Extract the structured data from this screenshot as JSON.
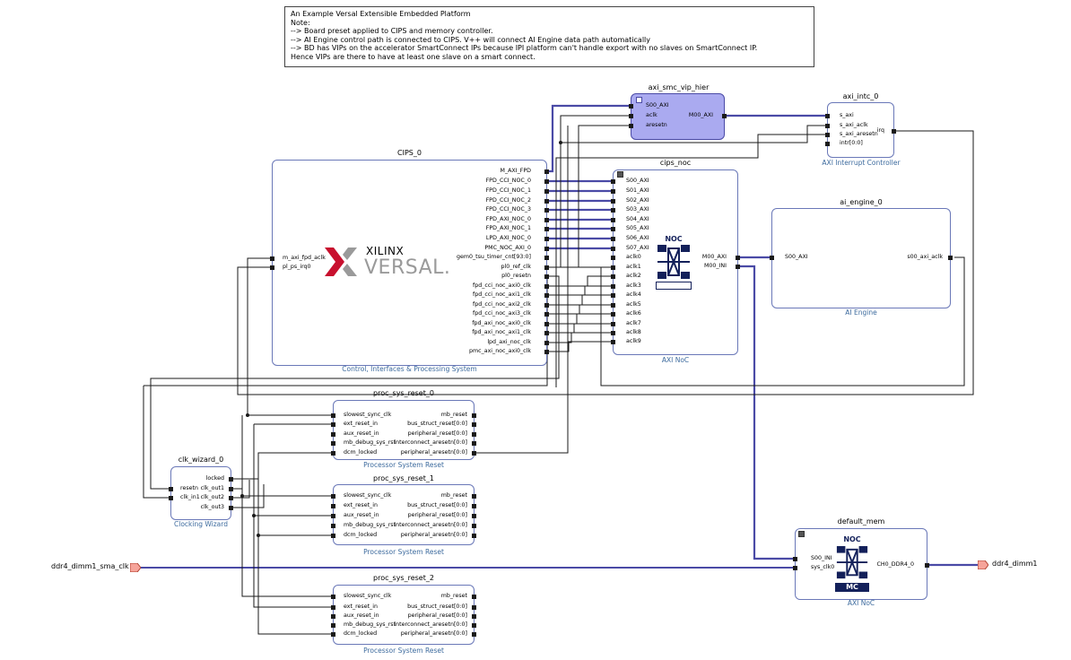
{
  "note": {
    "lines": [
      "An Example Versal Extensible Embedded Platform",
      "Note:",
      "--> Board preset applied to CIPS and memory controller.",
      "--> AI Engine control path is connected to CIPS. V++ will connect AI Engine data path automatically",
      "--> BD has VIPs on the accelerator SmartConnect IPs because IPI platform can't handle export with no slaves on SmartConnect IP.",
      "Hence VIPs are there to have at least one slave on a smart connect."
    ]
  },
  "blocks": {
    "cips": {
      "name": "CIPS_0",
      "subtitle": "Control, Interfaces & Processing System",
      "logo_brand": "XILINX",
      "logo_product": "VERSAL.",
      "inputs": [
        "m_axi_fpd_aclk",
        "pl_ps_irq0"
      ],
      "outputs": [
        "M_AXI_FPD",
        "FPD_CCI_NOC_0",
        "FPD_CCI_NOC_1",
        "FPD_CCI_NOC_2",
        "FPD_CCI_NOC_3",
        "FPD_AXI_NOC_0",
        "FPD_AXI_NOC_1",
        "LPD_AXI_NOC_0",
        "PMC_NOC_AXI_0",
        "gem0_tsu_timer_cnt[93:0]",
        "pl0_ref_clk",
        "pl0_resetn",
        "fpd_cci_noc_axi0_clk",
        "fpd_cci_noc_axi1_clk",
        "fpd_cci_noc_axi2_clk",
        "fpd_cci_noc_axi3_clk",
        "fpd_axi_noc_axi0_clk",
        "fpd_axi_noc_axi1_clk",
        "lpd_axi_noc_clk",
        "pmc_axi_noc_axi0_clk"
      ]
    },
    "vip_hier": {
      "name": "axi_smc_vip_hier",
      "inputs": [
        "S00_AXI",
        "aclk",
        "aresetn"
      ],
      "outputs": [
        "M00_AXI"
      ]
    },
    "intc": {
      "name": "axi_intc_0",
      "subtitle": "AXI Interrupt Controller",
      "inputs": [
        "s_axi",
        "s_axi_aclk",
        "s_axi_aresetn",
        "intr[0:0]"
      ],
      "outputs": [
        "irq"
      ]
    },
    "noc": {
      "name": "cips_noc",
      "subtitle": "AXI NoC",
      "icon_label": "NOC",
      "inputs": [
        "S00_AXI",
        "S01_AXI",
        "S02_AXI",
        "S03_AXI",
        "S04_AXI",
        "S05_AXI",
        "S06_AXI",
        "S07_AXI",
        "aclk0",
        "aclk1",
        "aclk2",
        "aclk3",
        "aclk4",
        "aclk5",
        "aclk6",
        "aclk7",
        "aclk8",
        "aclk9"
      ],
      "outputs": [
        "M00_AXI",
        "M00_INI"
      ]
    },
    "aie": {
      "name": "ai_engine_0",
      "subtitle": "AI Engine",
      "inputs": [
        "S00_AXI"
      ],
      "outputs": [
        "s00_axi_aclk"
      ]
    },
    "rst0": {
      "name": "proc_sys_reset_0",
      "subtitle": "Processor System Reset",
      "inputs": [
        "slowest_sync_clk",
        "ext_reset_in",
        "aux_reset_in",
        "mb_debug_sys_rst",
        "dcm_locked"
      ],
      "outputs": [
        "mb_reset",
        "bus_struct_reset[0:0]",
        "peripheral_reset[0:0]",
        "interconnect_aresetn[0:0]",
        "peripheral_aresetn[0:0]"
      ]
    },
    "rst1": {
      "name": "proc_sys_reset_1",
      "subtitle": "Processor System Reset",
      "inputs": [
        "slowest_sync_clk",
        "ext_reset_in",
        "aux_reset_in",
        "mb_debug_sys_rst",
        "dcm_locked"
      ],
      "outputs": [
        "mb_reset",
        "bus_struct_reset[0:0]",
        "peripheral_reset[0:0]",
        "interconnect_aresetn[0:0]",
        "peripheral_aresetn[0:0]"
      ]
    },
    "rst2": {
      "name": "proc_sys_reset_2",
      "subtitle": "Processor System Reset",
      "inputs": [
        "slowest_sync_clk",
        "ext_reset_in",
        "aux_reset_in",
        "mb_debug_sys_rst",
        "dcm_locked"
      ],
      "outputs": [
        "mb_reset",
        "bus_struct_reset[0:0]",
        "peripheral_reset[0:0]",
        "interconnect_aresetn[0:0]",
        "peripheral_aresetn[0:0]"
      ]
    },
    "clkwiz": {
      "name": "clk_wizard_0",
      "subtitle": "Clocking Wizard",
      "inputs": [
        "resetn",
        "clk_in1"
      ],
      "outputs": [
        "locked",
        "clk_out1",
        "clk_out2",
        "clk_out3"
      ]
    },
    "mem": {
      "name": "default_mem",
      "subtitle": "AXI NoC",
      "icon_label": "NOC",
      "mc_label": "MC",
      "inputs": [
        "S00_INI",
        "sys_clk0"
      ],
      "outputs": [
        "CH0_DDR4_0"
      ]
    }
  },
  "ext_ports": {
    "in_clk": "ddr4_dimm1_sma_clk",
    "out_ddr": "ddr4_dimm1"
  },
  "colors": {
    "wire": "#1a1a1a",
    "bus": "#4a4aa6",
    "block_border": "#6a78b8",
    "hier_fill": "#aaaaf0",
    "aie_red": "#c8102e",
    "subtitle": "#3d6b9e"
  }
}
